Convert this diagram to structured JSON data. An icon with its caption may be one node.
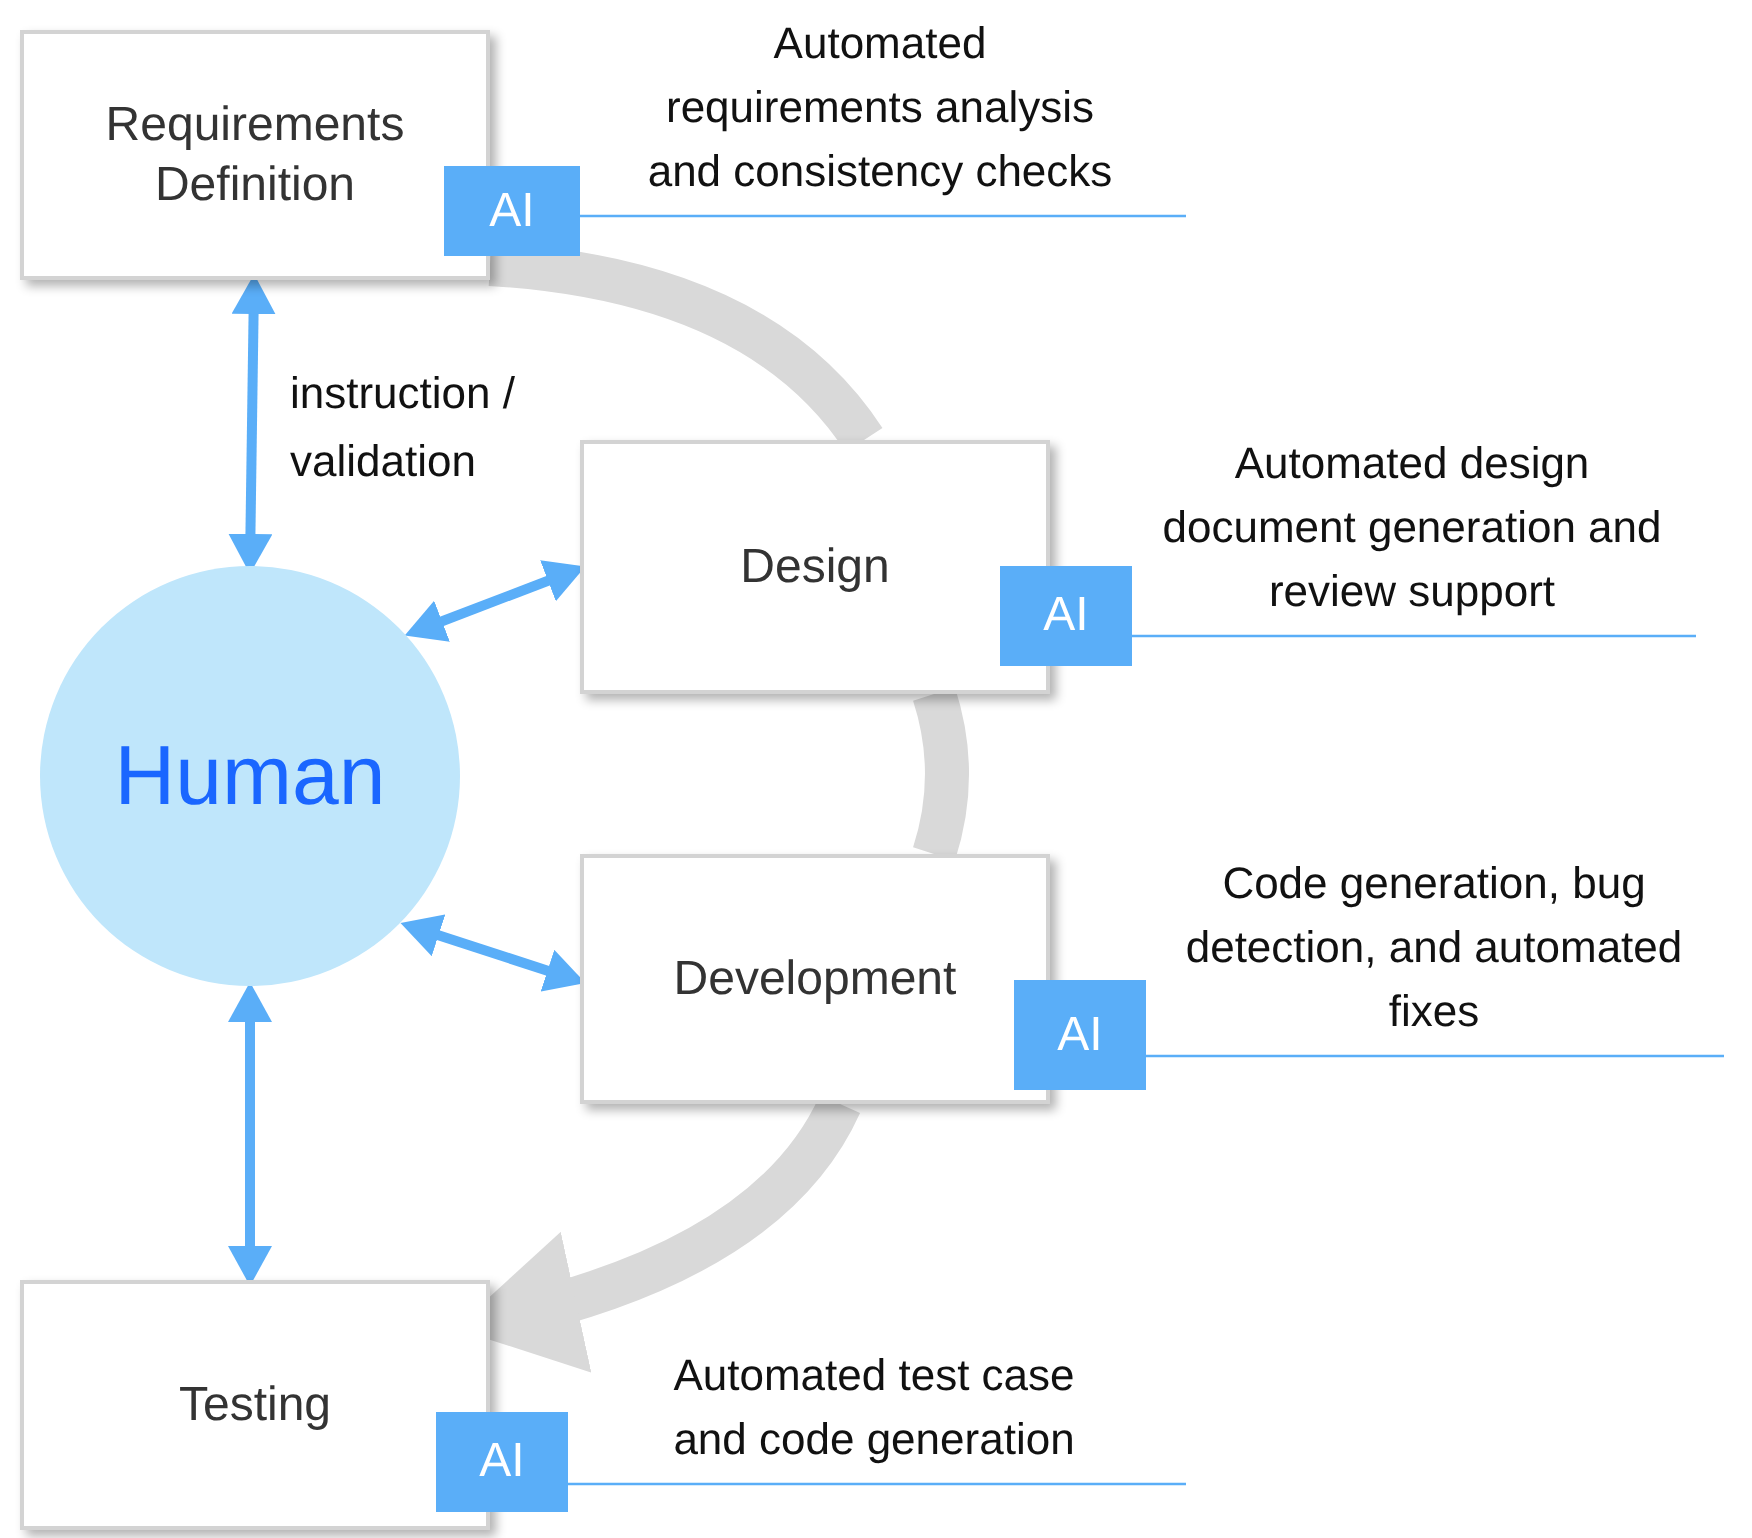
{
  "diagram": {
    "nodes": [
      {
        "text": [
          "Requirements Definition"
        ]
      },
      {
        "text": [
          "AI"
        ],
        "beside": [
          "Automated requirements analysis and consistency checks"
        ]
      },
      {
        "text": [
          "Design"
        ]
      },
      {
        "text": [
          "AI"
        ],
        "beside": [
          "Automated design document generation and review support"
        ]
      },
      {
        "text": [
          "Development"
        ]
      },
      {
        "text": [
          "AI"
        ],
        "beside": [
          "Code generation, bug detection, and automated fixes"
        ]
      },
      {
        "text": [
          "Testing"
        ]
      },
      {
        "text": [
          "AI"
        ],
        "beside": [
          "Automated test case and code generation"
        ]
      },
      {
        "text": [
          "Human"
        ]
      }
    ],
    "edges": [
      {
        "from": 8,
        "to": 0,
        "arrow": "both",
        "label": "instruction / validation"
      },
      {
        "from": 8,
        "to": 2,
        "arrow": "both"
      },
      {
        "from": 8,
        "to": 4,
        "arrow": "both"
      },
      {
        "from": 8,
        "to": 6,
        "arrow": "both"
      },
      {
        "from": 0,
        "to": 2,
        "arrow": "none",
        "style": "thick",
        "color": "#d9d9d9"
      },
      {
        "from": 2,
        "to": 4,
        "arrow": "none",
        "style": "thick",
        "color": "#d9d9d9"
      },
      {
        "from": 4,
        "to": 6,
        "arrow": "to",
        "style": "thick",
        "color": "#d9d9d9"
      }
    ]
  }
}
